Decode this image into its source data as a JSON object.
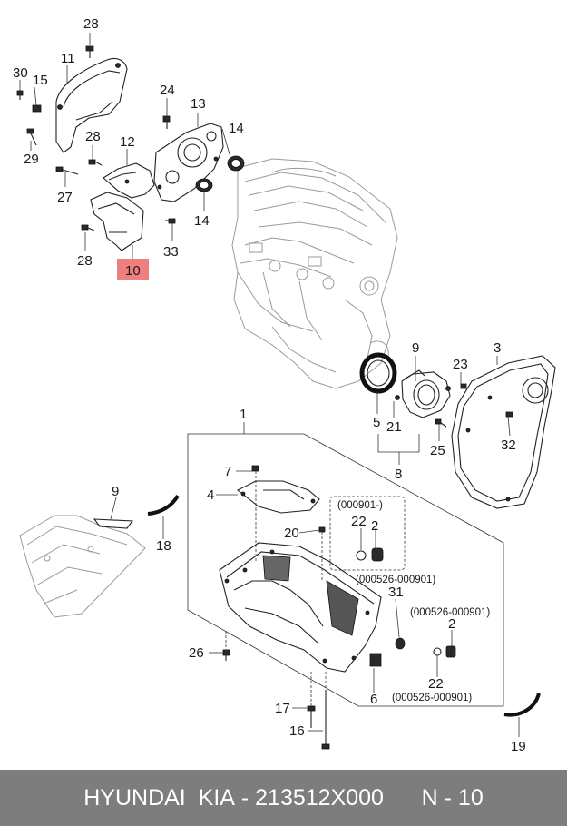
{
  "callouts": {
    "n28a": "28",
    "n30": "30",
    "n15": "15",
    "n11": "11",
    "n29": "29",
    "n24": "24",
    "n13": "13",
    "n14a": "14",
    "n12": "12",
    "n28b": "28",
    "n27": "27",
    "n14b": "14",
    "n33": "33",
    "n28c": "28",
    "n10": "10",
    "n9a": "9",
    "n3": "3",
    "n23": "23",
    "n5": "5",
    "n21": "21",
    "n25": "25",
    "n32": "32",
    "n8": "8",
    "n1": "1",
    "n7": "7",
    "n4": "4",
    "n9b": "9",
    "n18": "18",
    "n20": "20",
    "n22a": "22",
    "n2a": "2",
    "n31": "31",
    "n2b": "2",
    "n26": "26",
    "n22b": "22",
    "n6": "6",
    "n17": "17",
    "n16": "16",
    "n19": "19"
  },
  "codes": {
    "c1": "(000901-)",
    "c2": "(000526-000901)",
    "c3": "(000526-000901)",
    "c4": "(000526-000901)"
  },
  "highlight_color": "#f08080",
  "footer": {
    "brand": "HYUNDAI  KIA",
    "separator": " - ",
    "part_number": "213512X000",
    "ref": "N - 10"
  }
}
